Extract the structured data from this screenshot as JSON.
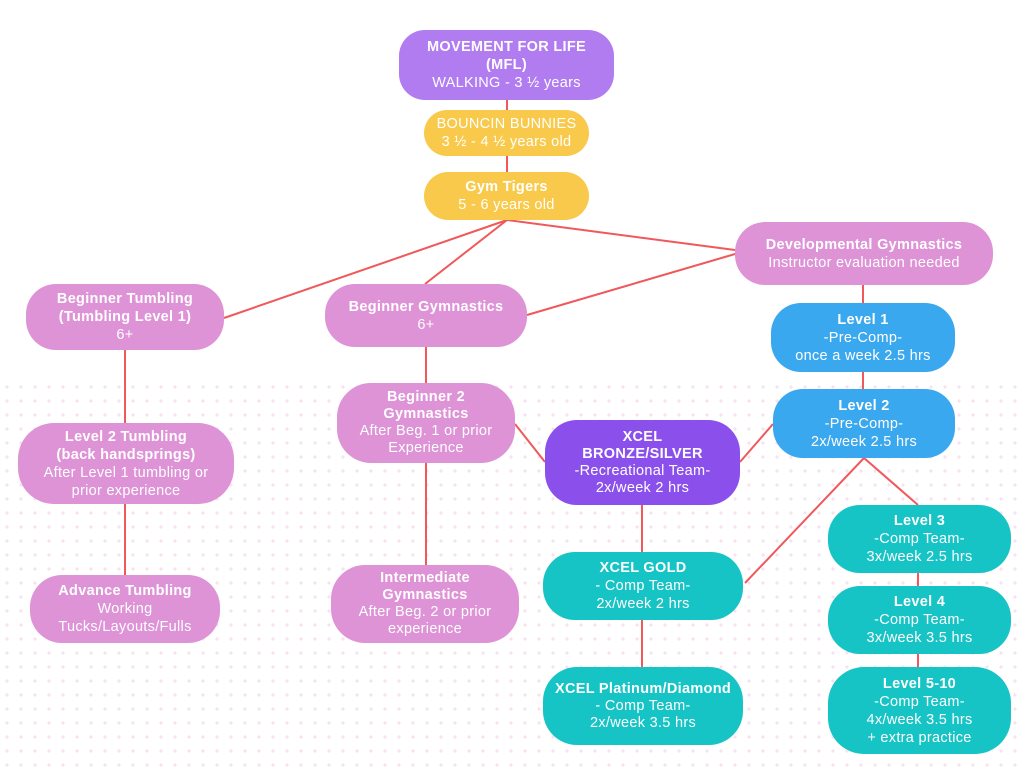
{
  "nodes": {
    "mfl": {
      "title": "MOVEMENT FOR LIFE",
      "title2": "(MFL)",
      "sub": "WALKING - 3 ½ years"
    },
    "bunnies": {
      "sub1": "BOUNCIN BUNNIES",
      "sub2": "3 ½  - 4 ½ years old"
    },
    "tigers": {
      "title": "Gym Tigers",
      "sub": "5 - 6 years old"
    },
    "developmental": {
      "title": "Developmental Gymnastics",
      "sub": "Instructor evaluation needed"
    },
    "beginner_tumbling": {
      "title": "Beginner Tumbling",
      "title2": "(Tumbling Level 1)",
      "sub": "6+"
    },
    "beginner_gymnastics": {
      "title": "Beginner Gymnastics",
      "sub": "6+"
    },
    "level1": {
      "title": "Level 1",
      "sub1": "-Pre-Comp-",
      "sub2": "once a week 2.5 hrs"
    },
    "level2": {
      "title": "Level 2",
      "sub1": "-Pre-Comp-",
      "sub2": "2x/week 2.5 hrs"
    },
    "level2_tumbling": {
      "title": "Level 2 Tumbling",
      "title2": "(back handsprings)",
      "sub1": "After Level 1 tumbling or",
      "sub2": "prior experience"
    },
    "beginner2": {
      "title": "Beginner 2",
      "title2": "Gymnastics",
      "sub1": "After Beg. 1 or prior",
      "sub2": "Experience"
    },
    "xcel_bronze": {
      "title": "XCEL",
      "title2": "BRONZE/SILVER",
      "sub1": "-Recreational Team-",
      "sub2": "2x/week 2 hrs"
    },
    "xcel_gold": {
      "title": "XCEL GOLD",
      "sub1": "- Comp Team-",
      "sub2": "2x/week 2 hrs"
    },
    "level3": {
      "title": "Level 3",
      "sub1": "-Comp Team-",
      "sub2": "3x/week 2.5 hrs"
    },
    "level4": {
      "title": "Level 4",
      "sub1": "-Comp Team-",
      "sub2": "3x/week 3.5 hrs"
    },
    "level510": {
      "title": "Level 5-10",
      "sub1": "-Comp Team-",
      "sub2": "4x/week 3.5 hrs",
      "sub3": "+ extra practice"
    },
    "advance_tumbling": {
      "title": "Advance Tumbling",
      "sub1": "Working",
      "sub2": "Tucks/Layouts/Fulls"
    },
    "intermediate": {
      "title": "Intermediate",
      "title2": "Gymnastics",
      "sub1": "After Beg. 2 or prior",
      "sub2": "experience"
    },
    "xcel_platinum": {
      "title": "XCEL Platinum/Diamond",
      "sub1": "- Comp Team-",
      "sub2": "2x/week 3.5 hrs"
    }
  },
  "colors": {
    "connector": "#f0585a",
    "mfl": "#b07cf0",
    "xcel_bronze": "#8b50ec",
    "yellow": "#f8c94a",
    "pink": "#dd93d6",
    "blue": "#3aa8ee",
    "teal": "#16c4c6"
  }
}
